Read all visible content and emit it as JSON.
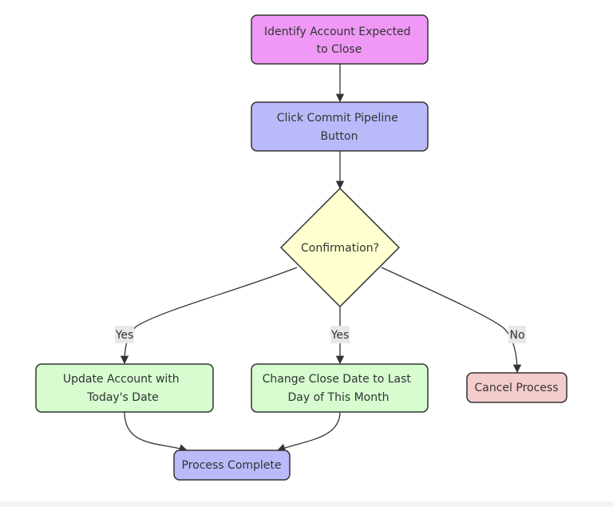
{
  "nodes": {
    "identify": {
      "lines": [
        "Identify Account Expected",
        "to Close"
      ],
      "fill": "#ef98f5"
    },
    "commit": {
      "lines": [
        "Click Commit Pipeline",
        "Button"
      ],
      "fill": "#babafa"
    },
    "confirm": {
      "lines": [
        "Confirmation?"
      ],
      "fill": "#ffffd0"
    },
    "update": {
      "lines": [
        "Update Account with",
        "Today's Date"
      ],
      "fill": "#d6fcd0"
    },
    "change": {
      "lines": [
        "Change Close Date to Last",
        "Day of This Month"
      ],
      "fill": "#d6fcd0"
    },
    "cancel": {
      "lines": [
        "Cancel Process"
      ],
      "fill": "#f5cccc"
    },
    "complete": {
      "lines": [
        "Process Complete"
      ],
      "fill": "#babafa"
    }
  },
  "edges": {
    "yes_left": "Yes",
    "yes_mid": "Yes",
    "no": "No"
  },
  "colors": {
    "stroke": "#333333",
    "label_bg": "#e8e8e8"
  }
}
